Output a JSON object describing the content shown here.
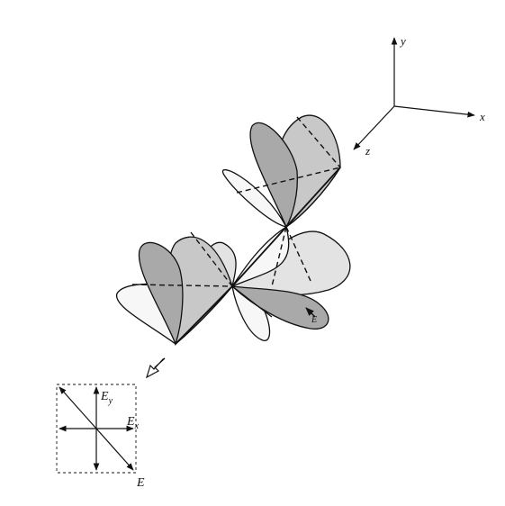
{
  "axes": {
    "x": "x",
    "y": "y",
    "z": "z"
  },
  "field_labels": {
    "ey": "E",
    "ey_sub": "y",
    "ex": "E",
    "ex_sub": "x",
    "e": "E"
  },
  "vector_label": "E"
}
